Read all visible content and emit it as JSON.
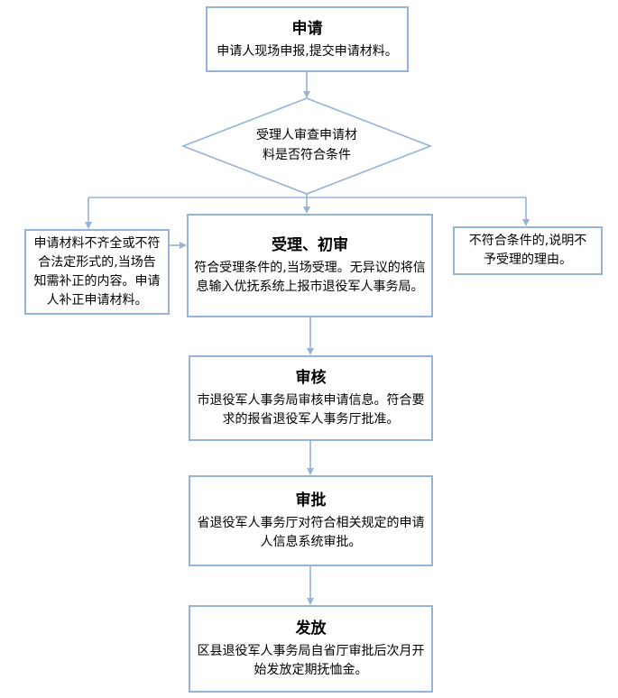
{
  "nodes": {
    "apply": {
      "title": "申请",
      "body": "申请人现场申报,提交申请材料。"
    },
    "decision": {
      "body": "受理人审查申请材\n料是否符合条件"
    },
    "supplement": {
      "body": "申请材料不齐全或不符合法定形式的,当场告知需补正的内容。申请人补正申请材料。"
    },
    "accept": {
      "title": "受理、初审",
      "body": "符合受理条件的,当场受理。无异议的将信息输入优抚系统上报市退役军人事务局。"
    },
    "reject": {
      "body": "不符合条件的,说明不予受理的理由。"
    },
    "review": {
      "title": "审核",
      "body": "市退役军人事务局审核申请信息。符合要求的报省退役军人事务厅批准。"
    },
    "approve": {
      "title": "审批",
      "body": "省退役军人事务厅对符合相关规定的申请人信息系统审批。"
    },
    "issue": {
      "title": "发放",
      "body": "区县退役军人事务局自省厅审批后次月开始发放定期抚恤金。"
    }
  },
  "colors": {
    "line": "#95B3D7",
    "text": "#000000",
    "background": "#FFFFFF"
  }
}
